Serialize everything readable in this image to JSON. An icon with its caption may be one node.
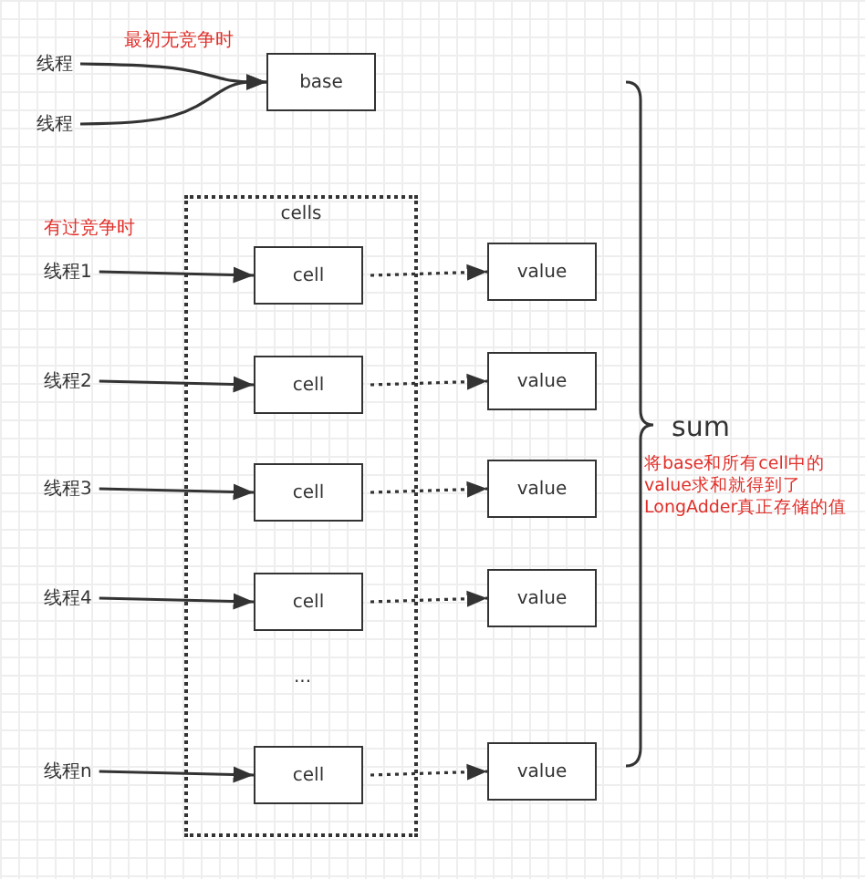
{
  "diagram": {
    "nodes": [
      {
        "text": [
          "线程"
        ]
      },
      {
        "text": [
          "线程"
        ]
      },
      {
        "text": [
          "base"
        ]
      },
      {
        "text": [
          "cells"
        ]
      },
      {
        "text": [
          "线程1"
        ]
      },
      {
        "text": [
          "cell"
        ],
        "in": 3
      },
      {
        "text": [
          "value"
        ]
      },
      {
        "text": [
          "线程2"
        ]
      },
      {
        "text": [
          "cell"
        ],
        "in": 3
      },
      {
        "text": [
          "value"
        ]
      },
      {
        "text": [
          "线程3"
        ]
      },
      {
        "text": [
          "cell"
        ],
        "in": 3
      },
      {
        "text": [
          "value"
        ]
      },
      {
        "text": [
          "线程4"
        ]
      },
      {
        "text": [
          "cell"
        ],
        "in": 3
      },
      {
        "text": [
          "value"
        ]
      },
      {
        "text": [
          "线程n"
        ]
      },
      {
        "text": [
          "cell"
        ],
        "in": 3
      },
      {
        "text": [
          "value"
        ]
      }
    ],
    "edges": [
      {
        "from": 0,
        "to": 2,
        "arrow": "to"
      },
      {
        "from": 1,
        "to": 2,
        "arrow": "to"
      },
      {
        "from": 4,
        "to": 5,
        "arrow": "to"
      },
      {
        "from": 5,
        "to": 6,
        "arrow": "to",
        "style": "dashed"
      },
      {
        "from": 7,
        "to": 8,
        "arrow": "to"
      },
      {
        "from": 8,
        "to": 9,
        "arrow": "to",
        "style": "dashed"
      },
      {
        "from": 10,
        "to": 11,
        "arrow": "to"
      },
      {
        "from": 11,
        "to": 12,
        "arrow": "to",
        "style": "dashed"
      },
      {
        "from": 13,
        "to": 14,
        "arrow": "to"
      },
      {
        "from": 14,
        "to": 15,
        "arrow": "to",
        "style": "dashed"
      },
      {
        "from": 16,
        "to": 17,
        "arrow": "to"
      },
      {
        "from": 17,
        "to": 18,
        "arrow": "to",
        "style": "dashed"
      }
    ],
    "labels": [
      "最初无竞争时",
      "有过竞争时",
      "...",
      "sum",
      "将base和所有cell中的value求和就得到了LongAdder真正存储的值"
    ]
  }
}
